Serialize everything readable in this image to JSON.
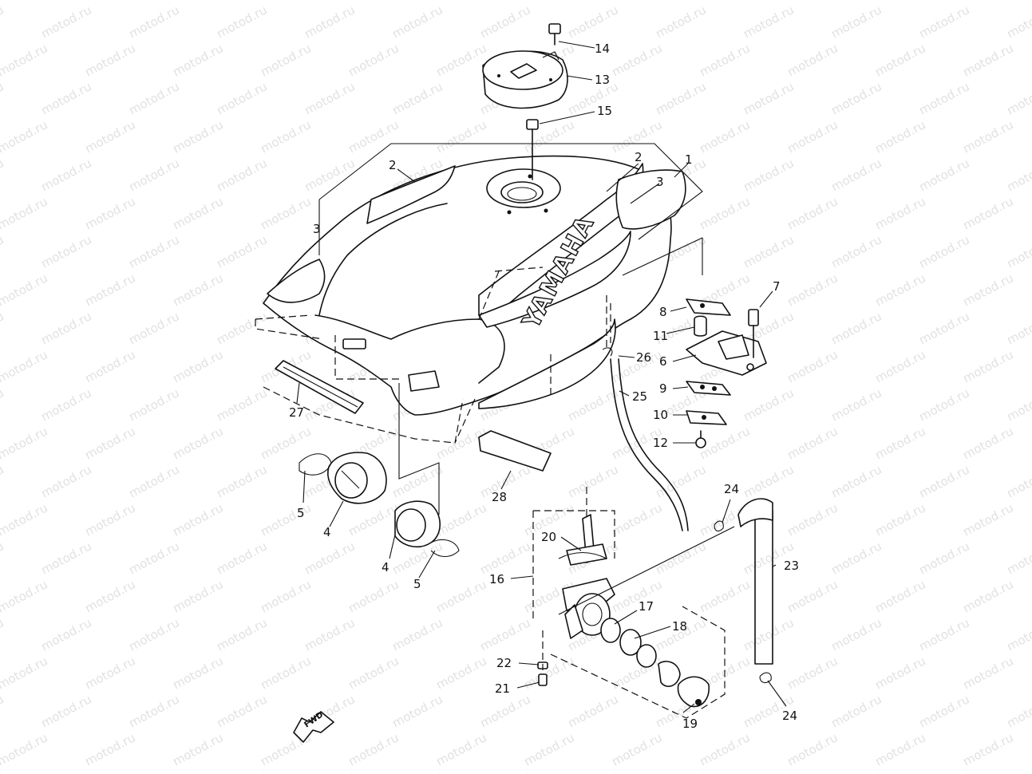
{
  "watermark": "motod.ru",
  "brand_text": "YAMAHA",
  "direction_label": "FWD",
  "callouts": [
    "1",
    "2",
    "2",
    "3",
    "3",
    "4",
    "4",
    "5",
    "5",
    "6",
    "7",
    "8",
    "9",
    "10",
    "11",
    "12",
    "13",
    "14",
    "15",
    "16",
    "17",
    "18",
    "19",
    "20",
    "21",
    "22",
    "23",
    "24",
    "24",
    "25",
    "26",
    "27",
    "28"
  ]
}
